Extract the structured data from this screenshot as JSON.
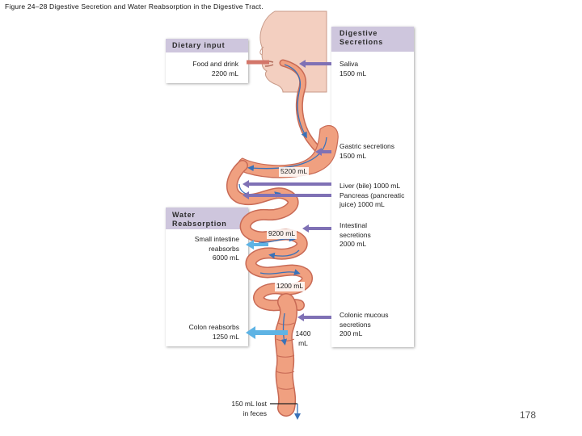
{
  "title": "Figure 24–28 Digestive Secretion and Water Reabsorption in the Digestive Tract.",
  "page_number": "178",
  "dietary_input": {
    "header": "Dietary input",
    "food_line1": "Food and drink",
    "food_line2": "2200 mL"
  },
  "digestive_secretions": {
    "header_line1": "Digestive",
    "header_line2": "Secretions",
    "saliva_line1": "Saliva",
    "saliva_line2": "1500 mL",
    "gastric_line1": "Gastric secretions",
    "gastric_line2": "1500 mL",
    "liver_line1": "Liver (bile) 1000 mL",
    "liver_line2": "Pancreas (pancreatic",
    "liver_line3": "juice) 1000 mL",
    "intestinal_line1": "Intestinal",
    "intestinal_line2": "secretions",
    "intestinal_line3": "2000 mL",
    "colonic_line1": "Colonic mucous",
    "colonic_line2": "secretions",
    "colonic_line3": "200 mL"
  },
  "water_reabsorption": {
    "header_line1": "Water",
    "header_line2": "Reabsorption",
    "small_line1": "Small intestine",
    "small_line2": "reabsorbs",
    "small_line3": "6000 mL",
    "colon_line1": "Colon reabsorbs",
    "colon_line2": "1250 mL"
  },
  "flow_volumes": {
    "after_stomach": "5200 mL",
    "small_intestine": "9200 mL",
    "entering_colon": "1200 mL",
    "colon_line1": "1400",
    "colon_line2": "mL",
    "feces_line1": "150 mL lost",
    "feces_line2": "in feces"
  },
  "colors": {
    "panel_header": "#cec6dd",
    "secretion_arrow": "#7f71b5",
    "dietary_arrow": "#d3766a",
    "reabsorption_arrow": "#5eb3e4",
    "tract_fill": "#f0a080",
    "tract_outline": "#c86a55",
    "flow_arrow": "#3a72b8"
  }
}
